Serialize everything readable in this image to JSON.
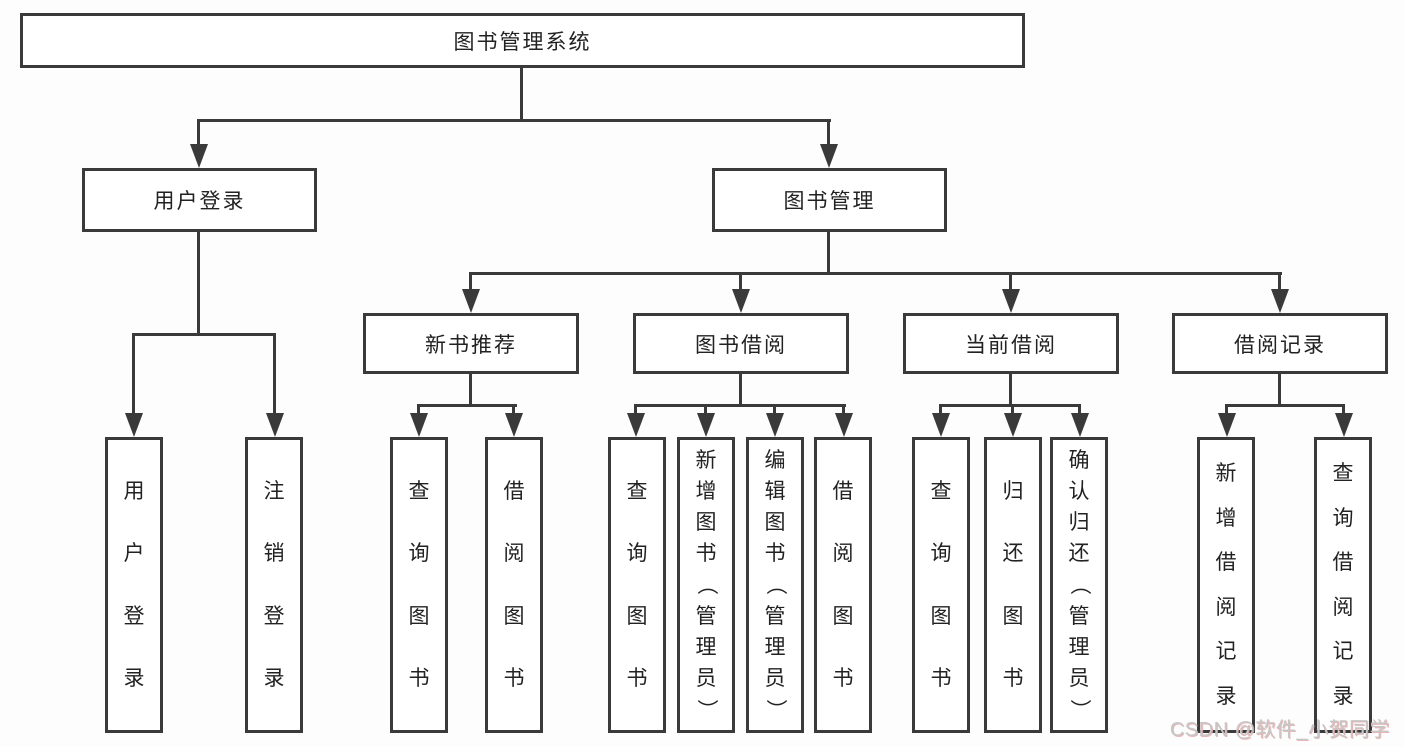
{
  "diagram": {
    "title": "图书管理系统",
    "children": [
      {
        "label": "用户登录",
        "children": [
          {
            "label": "用户登录"
          },
          {
            "label": "注销登录"
          }
        ]
      },
      {
        "label": "图书管理",
        "children": [
          {
            "label": "新书推荐",
            "children": [
              {
                "label": "查询图书"
              },
              {
                "label": "借阅图书"
              }
            ]
          },
          {
            "label": "图书借阅",
            "children": [
              {
                "label": "查询图书"
              },
              {
                "label": "新增图书（管理员）"
              },
              {
                "label": "编辑图书（管理员）"
              },
              {
                "label": "借阅图书"
              }
            ]
          },
          {
            "label": "当前借阅",
            "children": [
              {
                "label": "查询图书"
              },
              {
                "label": "归还图书"
              },
              {
                "label": "确认归还（管理员）"
              }
            ]
          },
          {
            "label": "借阅记录",
            "children": [
              {
                "label": "新增借阅记录"
              },
              {
                "label": "查询借阅记录"
              }
            ]
          }
        ]
      }
    ]
  },
  "watermark": {
    "text": "CSDN @软件_小贺同学"
  },
  "colors": {
    "line": "#3a3a3a",
    "text": "#222222",
    "watermark": "#c6c6c6",
    "background": "#ffffff"
  }
}
